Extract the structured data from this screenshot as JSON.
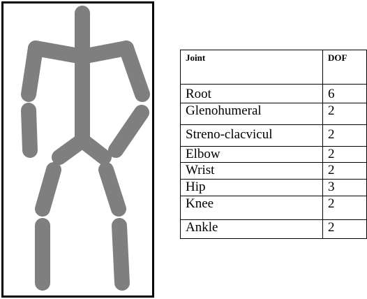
{
  "figure": {
    "description_icon": "human-skeleton-figure",
    "limb_color": "#7f7f7f",
    "frame_color": "#000000"
  },
  "table": {
    "headers": {
      "joint": "Joint",
      "dof": "DOF"
    },
    "rows": [
      {
        "joint": "Root",
        "dof": "6"
      },
      {
        "joint": "Glenohumeral",
        "dof": "2"
      },
      {
        "joint": "Streno-clacvicul",
        "dof": "2"
      },
      {
        "joint": "Elbow",
        "dof": "2"
      },
      {
        "joint": "Wrist",
        "dof": "2"
      },
      {
        "joint": "Hip",
        "dof": "3"
      },
      {
        "joint": "Knee",
        "dof": "2"
      },
      {
        "joint": "Ankle",
        "dof": "2"
      }
    ]
  }
}
